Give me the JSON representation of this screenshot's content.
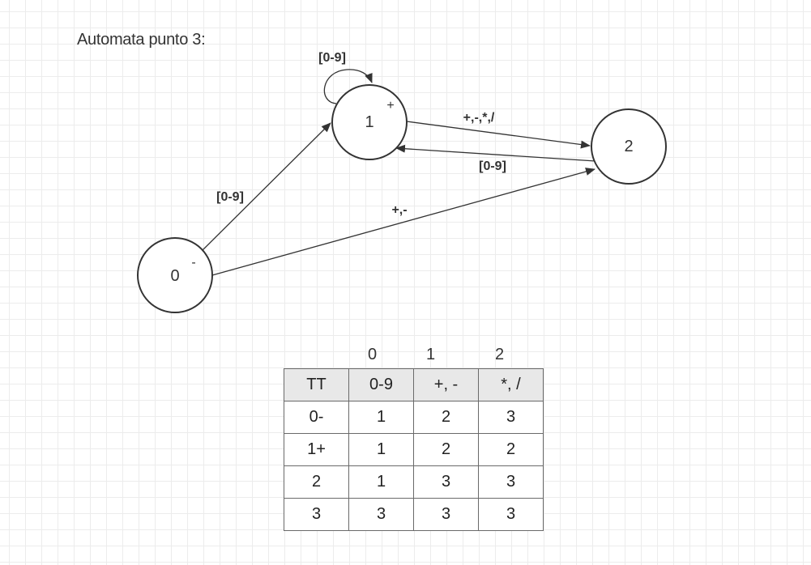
{
  "title": "Automata punto 3:",
  "states": [
    {
      "id": "0",
      "marker": "-"
    },
    {
      "id": "1",
      "marker": "+"
    },
    {
      "id": "2",
      "marker": ""
    }
  ],
  "edges": [
    {
      "from": "0",
      "to": "1",
      "label": "[0-9]"
    },
    {
      "from": "1",
      "to": "1",
      "label": "[0-9]"
    },
    {
      "from": "1",
      "to": "2",
      "label": "+,-,*,/"
    },
    {
      "from": "2",
      "to": "1",
      "label": "[0-9]"
    },
    {
      "from": "0",
      "to": "2",
      "label": "+,-"
    }
  ],
  "table": {
    "column_indices": [
      "0",
      "1",
      "2"
    ],
    "headers": [
      "TT",
      "0-9",
      "+, -",
      "*, /"
    ],
    "rows": [
      [
        "0-",
        "1",
        "2",
        "3"
      ],
      [
        "1+",
        "1",
        "2",
        "2"
      ],
      [
        "2",
        "1",
        "3",
        "3"
      ],
      [
        "3",
        "3",
        "3",
        "3"
      ]
    ]
  }
}
